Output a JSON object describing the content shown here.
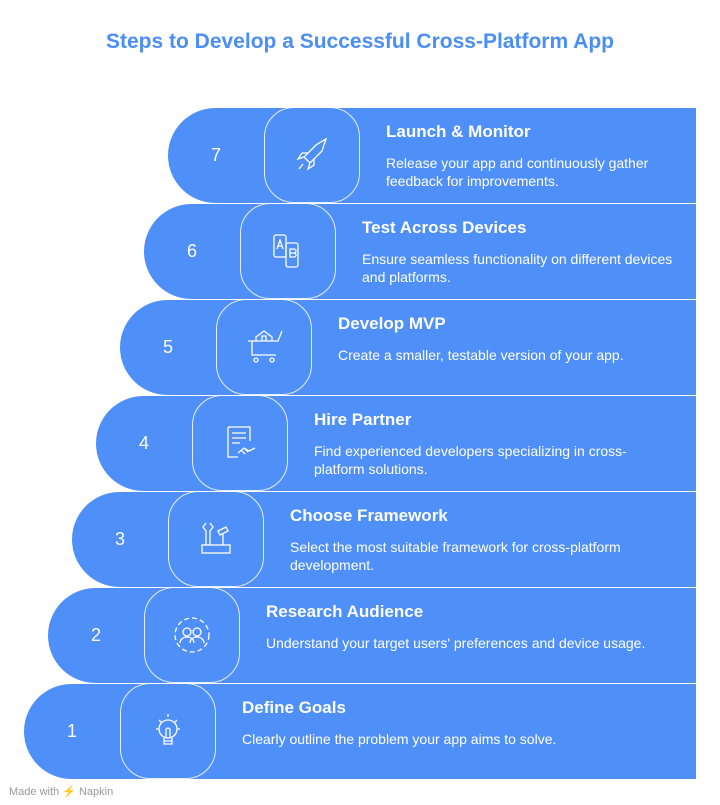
{
  "title": "Steps to Develop a Successful Cross-Platform App",
  "steps": [
    {
      "number": "1",
      "heading": "Define Goals",
      "description": "Clearly outline the problem your app aims to solve.",
      "icon": "lightbulb-icon"
    },
    {
      "number": "2",
      "heading": "Research Audience",
      "description": "Understand your target users' preferences and device usage.",
      "icon": "users-icon"
    },
    {
      "number": "3",
      "heading": "Choose Framework",
      "description": "Select the most suitable framework for cross-platform development.",
      "icon": "tools-icon"
    },
    {
      "number": "4",
      "heading": "Hire Partner",
      "description": "Find experienced developers specializing in cross-platform solutions.",
      "icon": "handshake-contract-icon"
    },
    {
      "number": "5",
      "heading": "Develop MVP",
      "description": "Create a smaller, testable version of your app.",
      "icon": "house-cart-icon"
    },
    {
      "number": "6",
      "heading": "Test Across Devices",
      "description": "Ensure seamless functionality on different devices and platforms.",
      "icon": "ab-test-devices-icon"
    },
    {
      "number": "7",
      "heading": "Launch & Monitor",
      "description": "Release your app and continuously gather feedback for improvements.",
      "icon": "rocket-icon"
    }
  ],
  "footer": "Made with ⚡ Napkin",
  "colors": {
    "accent": "#4f8ff8",
    "title": "#4a8ef6"
  }
}
